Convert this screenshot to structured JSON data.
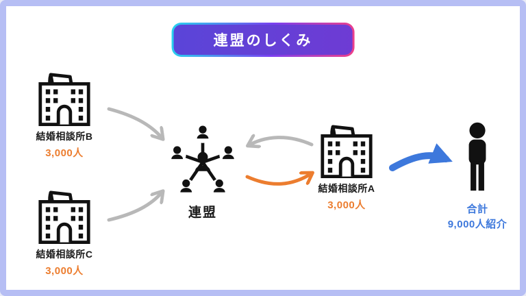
{
  "title": "連盟のしくみ",
  "diagram": {
    "agency_b": {
      "label": "結婚相談所B",
      "count": "3,000人"
    },
    "agency_c": {
      "label": "結婚相談所C",
      "count": "3,000人"
    },
    "federation": {
      "label": "連盟"
    },
    "agency_a": {
      "label": "結婚相談所A",
      "count": "3,000人"
    },
    "result": {
      "line1": "合計",
      "line2": "9,000人紹介"
    }
  },
  "icons": {
    "agency": "building-with-megaphone-icon",
    "federation": "people-network-icon",
    "customer": "person-silhouette-icon"
  },
  "colors": {
    "orange": "#EC7D2F",
    "blue": "#3D78DC",
    "gray": "#B8B8B8",
    "frame": "#B6BEF4",
    "badge_fill": "#6242D6",
    "ink": "#111111"
  }
}
